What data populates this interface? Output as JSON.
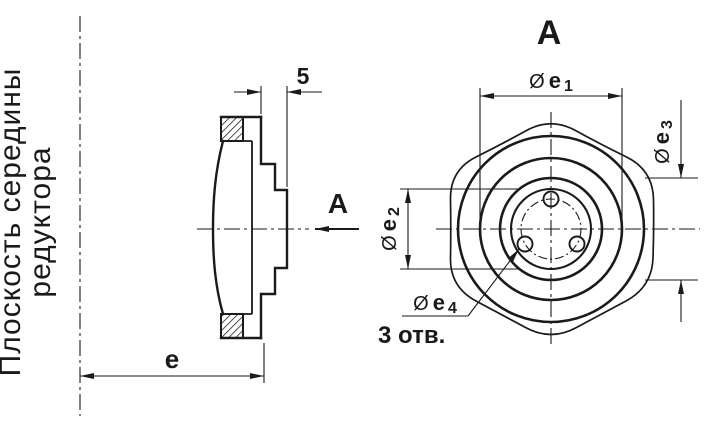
{
  "labels": {
    "plane_line1": "Плоскость середины",
    "plane_line2": "редуктора",
    "section_arrow": "А",
    "view_title": "А",
    "dim_rim_width": "5",
    "dim_center_distance": "e",
    "holes_note": "3 отв."
  },
  "dims": {
    "e1": {
      "sym": "Ø",
      "base": "e",
      "index": "1"
    },
    "e2": {
      "sym": "Ø",
      "base": "e",
      "index": "2"
    },
    "e3": {
      "sym": "Ø",
      "base": "e",
      "index": "3"
    },
    "e4": {
      "sym": "Ø",
      "base": "e",
      "index": "4"
    }
  },
  "colors": {
    "ink": "#1a1a1a",
    "background": "#ffffff"
  }
}
